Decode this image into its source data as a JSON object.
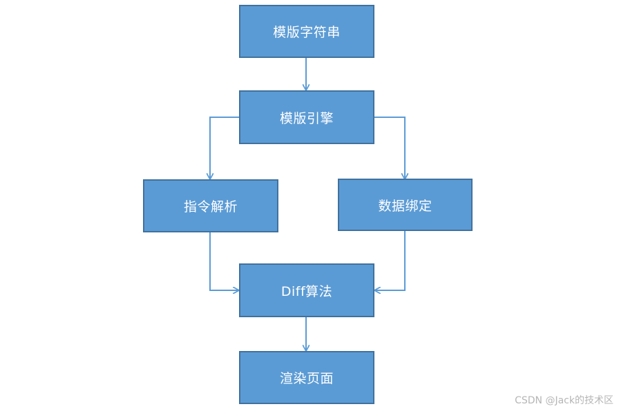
{
  "nodes": {
    "template_string": "模版字符串",
    "template_engine": "模版引擎",
    "directive_parse": "指令解析",
    "data_binding": "数据绑定",
    "diff_algorithm": "Diff算法",
    "render_page": "渲染页面"
  },
  "watermark": "CSDN @Jack的技术区",
  "colors": {
    "node_fill": "#5b9bd5",
    "node_border": "#41719c",
    "arrow": "#5b9bd5",
    "text": "#ffffff"
  }
}
